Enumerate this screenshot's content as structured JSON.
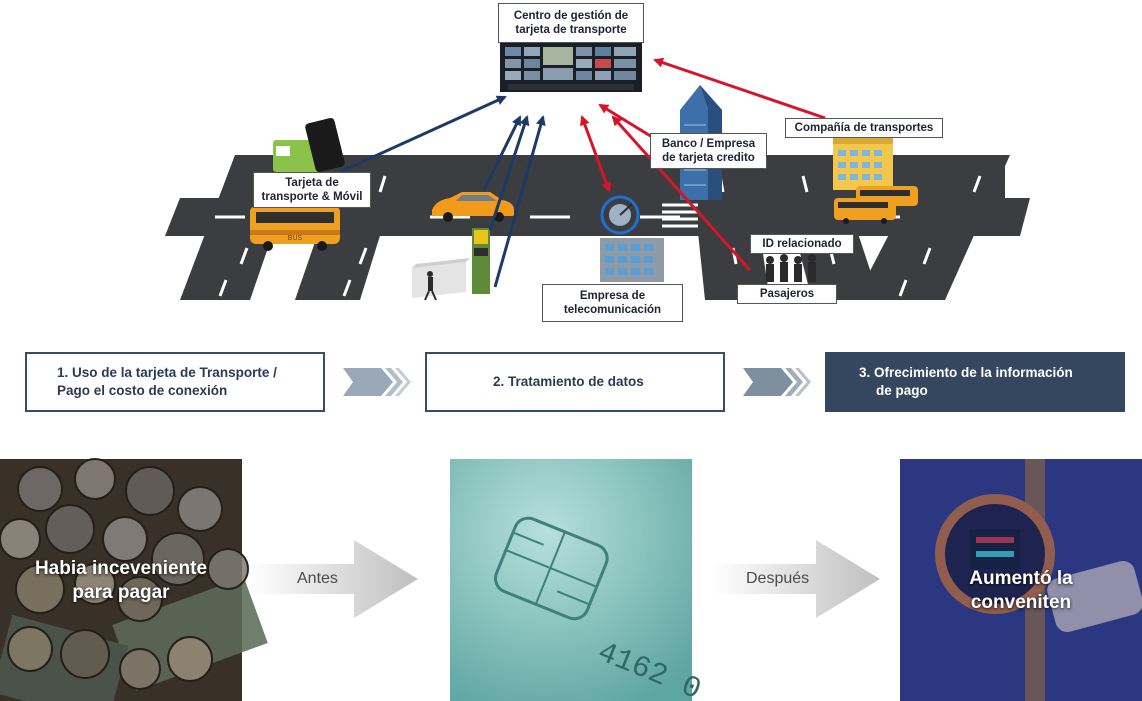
{
  "diagram": {
    "center_title": "Centro de gestión de tarjeta de transporte",
    "center_line1": "Centro de gestión de",
    "center_line2": "tarjeta de transporte",
    "card_label_line1": "Tarjeta de",
    "card_label_line2": "transporte & Móvil",
    "bank_label_line1": "Banco / Empresa",
    "bank_label_line2": "de tarjeta credito",
    "transport_company_label": "Compañía de transportes",
    "id_label": "ID relacionado",
    "passengers_label": "Pasajeros",
    "telecom_label_line1": "Empresa de",
    "telecom_label_line2": "telecomunicación",
    "bus_marking": "BUS",
    "card_number": "4162 0"
  },
  "steps": [
    {
      "line1": "1. Uso de la tarjeta de Transporte /",
      "line2": "Pago el costo de conexión"
    },
    {
      "line1": "2. Tratamiento de datos",
      "line2": ""
    },
    {
      "line1": "3. Ofrecimiento de la información",
      "line2": "de pago"
    }
  ],
  "comparison": {
    "before_text_line1": "Habia inceveniente",
    "before_text_line2": "para pagar",
    "antes_label": "Antes",
    "despues_label": "Después",
    "after_text_line1": "Aumentó la",
    "after_text_line2": "conveniten"
  },
  "colors": {
    "road": "#3b3d40",
    "lane_marks": "#ffffff",
    "step_border": "#3a4b66",
    "step_dark": "#35475f",
    "arrow_blue": "#1d3a66",
    "arrow_red": "#d6152b",
    "chevron": "#9aa7b6"
  }
}
